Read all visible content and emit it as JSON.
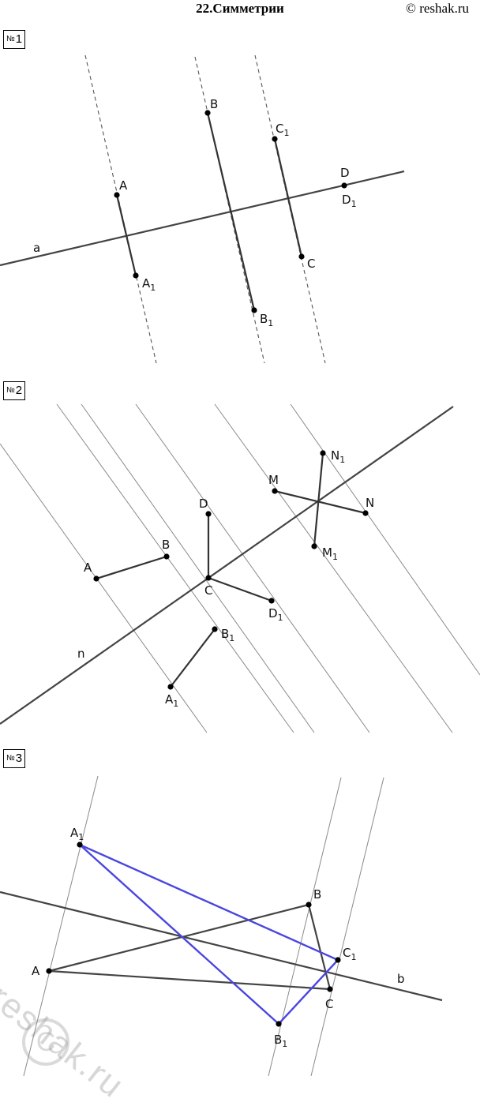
{
  "header": {
    "title": "22.Симметрии",
    "copyright": "© reshak.ru"
  },
  "tasks": [
    {
      "badge": "1",
      "points": {
        "A": "A",
        "A1": "A",
        "B": "B",
        "B1": "B",
        "C1": "C",
        "C": "C",
        "D": "D",
        "D1": "D",
        "line": "a"
      },
      "subscript": "1"
    },
    {
      "badge": "2",
      "points": {
        "A": "A",
        "B": "B",
        "A1": "A",
        "B1": "B",
        "C": "C",
        "D": "D",
        "D1": "D",
        "M": "M",
        "N": "N",
        "M1": "M",
        "N1": "N",
        "line": "n"
      },
      "subscript": "1"
    },
    {
      "badge": "3",
      "points": {
        "A": "A",
        "B": "B",
        "C": "C",
        "A1": "A",
        "B1": "B",
        "C1": "C",
        "line": "b"
      },
      "subscript": "1"
    }
  ],
  "number_sign": "№",
  "watermark": {
    "text": "reshak.ru",
    "symbol": "C"
  },
  "colors": {
    "line": "#444444",
    "dash": "#555555",
    "thin": "#8a8a8a",
    "image_triangle": "#4a46e0"
  }
}
